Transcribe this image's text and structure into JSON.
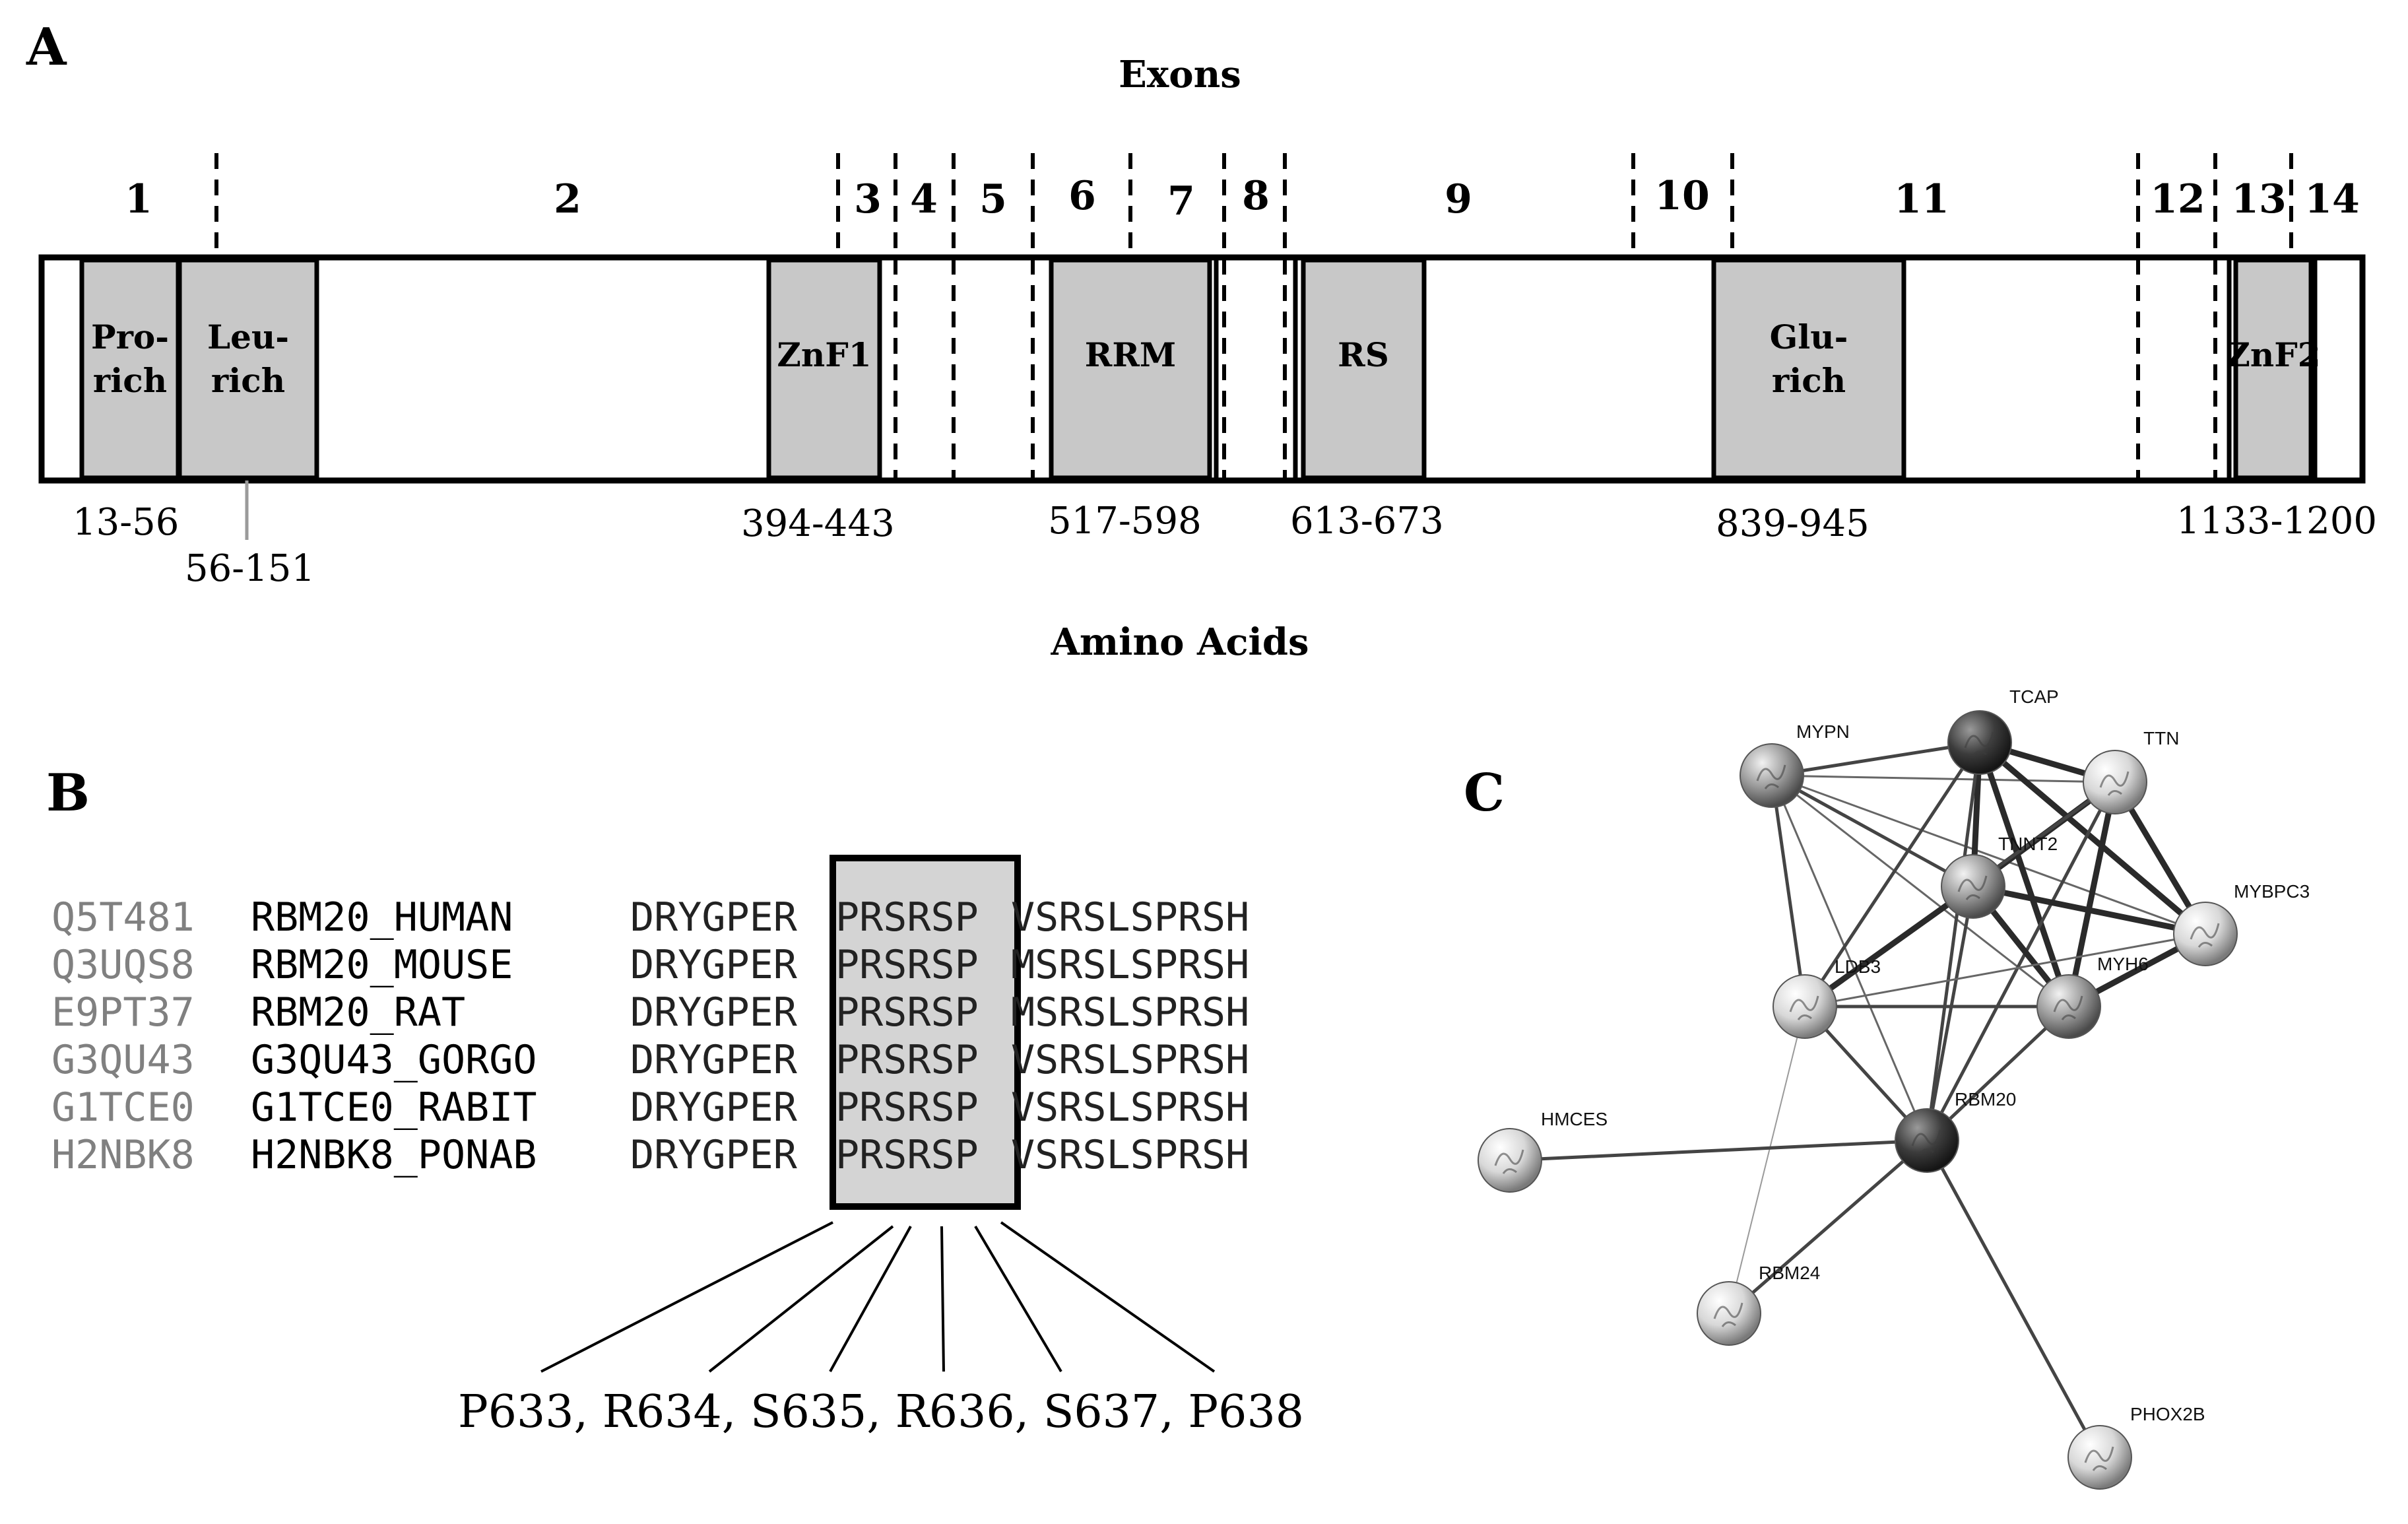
{
  "panelA": {
    "panel_label": "A",
    "exons_title": "Exons",
    "amino_acids_title": "Amino Acids",
    "exon_labels": [
      "1",
      "2",
      "3",
      "4",
      "5",
      "6",
      "7",
      "8",
      "9",
      "10",
      "11",
      "12",
      "13",
      "14"
    ],
    "domains": [
      {
        "label_lines": [
          "Pro-",
          "rich"
        ],
        "range": "13-56"
      },
      {
        "label_lines": [
          "Leu-",
          "rich"
        ],
        "range": "56-151"
      },
      {
        "label_lines": [
          "ZnF1"
        ],
        "range": "394-443"
      },
      {
        "label_lines": [
          "RRM"
        ],
        "range": "517-598"
      },
      {
        "label_lines": [
          "RS"
        ],
        "range": "613-673"
      },
      {
        "label_lines": [
          "Glu-",
          "rich"
        ],
        "range": "839-945"
      },
      {
        "label_lines": [
          "ZnF2"
        ],
        "range": "1133-1200"
      }
    ]
  },
  "panelB": {
    "panel_label": "B",
    "alignment": [
      {
        "accession": "Q5T481",
        "entry": "RBM20_HUMAN",
        "left": "DRYGPER",
        "box": "PRSRSP",
        "right": "VSRSLSPRSH"
      },
      {
        "accession": "Q3UQS8",
        "entry": "RBM20_MOUSE",
        "left": "DRYGPER",
        "box": "PRSRSP",
        "right": "MSRSLSPRSH"
      },
      {
        "accession": "E9PT37",
        "entry": "RBM20_RAT",
        "left": "DRYGPER",
        "box": "PRSRSP",
        "right": "MSRSLSPRSH"
      },
      {
        "accession": "G3QU43",
        "entry": "G3QU43_GORGO",
        "left": "DRYGPER",
        "box": "PRSRSP",
        "right": "VSRSLSPRSH"
      },
      {
        "accession": "G1TCE0",
        "entry": "G1TCE0_RABIT",
        "left": "DRYGPER",
        "box": "PRSRSP",
        "right": "VSRSLSPRSH"
      },
      {
        "accession": "H2NBK8",
        "entry": "H2NBK8_PONAB",
        "left": "DRYGPER",
        "box": "PRSRSP",
        "right": "VSRSLSPRSH"
      }
    ],
    "residues_label": "P633, R634, S635, R636, S637, P638"
  },
  "panelC": {
    "panel_label": "C",
    "nodes": [
      {
        "id": "MYPN",
        "label": "MYPN",
        "shade": "mid"
      },
      {
        "id": "TCAP",
        "label": "TCAP",
        "shade": "dark"
      },
      {
        "id": "TTN",
        "label": "TTN",
        "shade": "light"
      },
      {
        "id": "TNNT2",
        "label": "TNNT2",
        "shade": "mid"
      },
      {
        "id": "MYBPC3",
        "label": "MYBPC3",
        "shade": "light"
      },
      {
        "id": "LDB3",
        "label": "LDB3",
        "shade": "light"
      },
      {
        "id": "MYH6",
        "label": "MYH6",
        "shade": "mid"
      },
      {
        "id": "RBM20",
        "label": "RBM20",
        "shade": "dark"
      },
      {
        "id": "HMCES",
        "label": "HMCES",
        "shade": "light"
      },
      {
        "id": "RBM24",
        "label": "RBM24",
        "shade": "light"
      },
      {
        "id": "PHOX2B",
        "label": "PHOX2B",
        "shade": "light"
      }
    ],
    "edges": [
      {
        "from": "MYPN",
        "to": "TCAP",
        "strength": "mid"
      },
      {
        "from": "MYPN",
        "to": "TTN",
        "strength": "weak"
      },
      {
        "from": "MYPN",
        "to": "TNNT2",
        "strength": "mid"
      },
      {
        "from": "MYPN",
        "to": "LDB3",
        "strength": "mid"
      },
      {
        "from": "MYPN",
        "to": "MYH6",
        "strength": "weak"
      },
      {
        "from": "MYPN",
        "to": "RBM20",
        "strength": "weak"
      },
      {
        "from": "MYPN",
        "to": "MYBPC3",
        "strength": "weak"
      },
      {
        "from": "TCAP",
        "to": "TTN",
        "strength": "strong"
      },
      {
        "from": "TCAP",
        "to": "TNNT2",
        "strength": "strong"
      },
      {
        "from": "TCAP",
        "to": "MYBPC3",
        "strength": "strong"
      },
      {
        "from": "TCAP",
        "to": "MYH6",
        "strength": "strong"
      },
      {
        "from": "TCAP",
        "to": "LDB3",
        "strength": "mid"
      },
      {
        "from": "TCAP",
        "to": "RBM20",
        "strength": "mid"
      },
      {
        "from": "TTN",
        "to": "TNNT2",
        "strength": "strong"
      },
      {
        "from": "TTN",
        "to": "MYBPC3",
        "strength": "strong"
      },
      {
        "from": "TTN",
        "to": "MYH6",
        "strength": "strong"
      },
      {
        "from": "TTN",
        "to": "LDB3",
        "strength": "mid"
      },
      {
        "from": "TTN",
        "to": "RBM20",
        "strength": "mid"
      },
      {
        "from": "TNNT2",
        "to": "MYBPC3",
        "strength": "strong"
      },
      {
        "from": "TNNT2",
        "to": "MYH6",
        "strength": "strong"
      },
      {
        "from": "TNNT2",
        "to": "LDB3",
        "strength": "strong"
      },
      {
        "from": "TNNT2",
        "to": "RBM20",
        "strength": "mid"
      },
      {
        "from": "MYBPC3",
        "to": "MYH6",
        "strength": "strong"
      },
      {
        "from": "MYBPC3",
        "to": "LDB3",
        "strength": "weak"
      },
      {
        "from": "LDB3",
        "to": "MYH6",
        "strength": "mid"
      },
      {
        "from": "LDB3",
        "to": "RBM20",
        "strength": "mid"
      },
      {
        "from": "LDB3",
        "to": "RBM24",
        "strength": "faint"
      },
      {
        "from": "MYH6",
        "to": "RBM20",
        "strength": "mid"
      },
      {
        "from": "RBM20",
        "to": "HMCES",
        "strength": "mid"
      },
      {
        "from": "RBM20",
        "to": "RBM24",
        "strength": "mid"
      },
      {
        "from": "RBM20",
        "to": "PHOX2B",
        "strength": "mid"
      }
    ]
  },
  "colors": {
    "ink": "#000000",
    "domain_fill": "#c8c8c8",
    "accession_text": "#808080",
    "box_fill": "#d4d4d4",
    "edge": "#404040",
    "node_dark": "#3c3c3c",
    "node_mid": "#8f8f8f",
    "node_light": "#d6d6d6"
  }
}
